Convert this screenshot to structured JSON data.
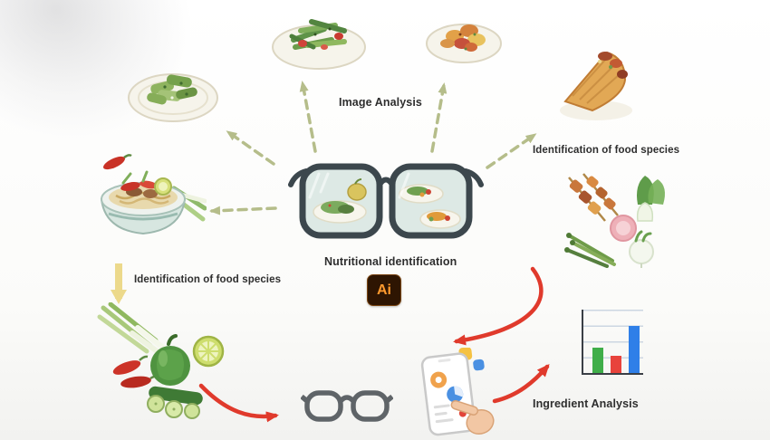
{
  "labels": {
    "image_analysis": "Image Analysis",
    "identification_of_food_species_right": "Identification of food species",
    "identification_of_food_species_left": "Identification of food species",
    "nutritional_identification": "Nutritional identification",
    "ingredient_analysis": "Ingredient Analysis"
  },
  "ai_badge": {
    "text": "Ai",
    "background": "#2e1502",
    "foreground": "#ff9a2e"
  },
  "colors": {
    "dashed_arrow_olive": "#b5bd8a",
    "solid_arrow_red": "#e03a2c",
    "solid_arrow_yellow": "#ecd98b",
    "label_text": "#2e2e2e"
  },
  "illustrations": {
    "smart-glasses-center": "AI glasses showing food plates in lenses",
    "cucumber-dish": "plate of stir-fried green cucumber chunks",
    "green-bean-dish": "plate of green beans with red tomato pieces",
    "stirfry-dish": "plate of orange and red stir-fried food",
    "crepe-dish": "folded stuffed pancake (jianbing)",
    "noodle-bowl": "bowl of noodles with chili, lime and green onion",
    "skewers-and-veggies": "meat skewers, bok choy, radish and asparagus",
    "raw-vegetables": "green onions, chilies, pepper, cucumber and lime",
    "simple-glasses": "plain eyeglasses outline",
    "phone-app": "hand pointing at nutrition app on smartphone",
    "bar-chart": "small analysis bar chart"
  },
  "chart_data": {
    "type": "bar",
    "title": "",
    "categories": [
      "",
      "",
      ""
    ],
    "values": [
      40,
      27,
      74
    ],
    "value_unit": "percent-of-plot-height (estimated, no labels shown)",
    "colors": [
      "#3fae49",
      "#e8433c",
      "#2f7fe8"
    ],
    "grid": true,
    "legend": false
  }
}
